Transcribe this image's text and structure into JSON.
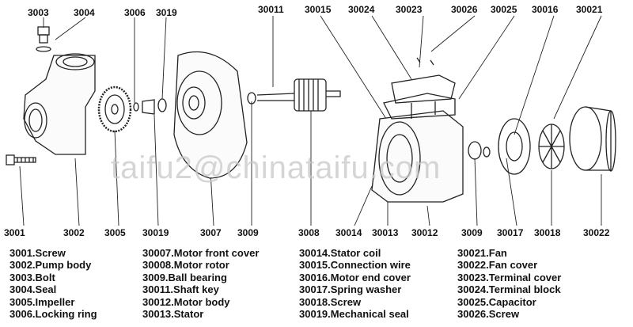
{
  "watermark": "taifu2@chinataifu.com",
  "top_labels": [
    "3003",
    "3004",
    "3006",
    "3019",
    "30011",
    "30015",
    "30024",
    "30023",
    "30026",
    "30025",
    "30016",
    "30021"
  ],
  "bottom_labels": [
    "3001",
    "3002",
    "3005",
    "30019",
    "3007",
    "3009",
    "3008",
    "30014",
    "30013",
    "30012",
    "3009",
    "30017",
    "30018",
    "30022"
  ],
  "legend": {
    "col1": [
      "3001.Screw",
      "3002.Pump body",
      "3003.Bolt",
      "3004.Seal",
      "3005.Impeller",
      "3006.Locking ring"
    ],
    "col2": [
      "30007.Motor front cover",
      "30008.Motor rotor",
      "3009.Ball bearing",
      "30011.Shaft key",
      "30012.Motor body",
      "30013.Stator"
    ],
    "col3": [
      "30014.Stator coil",
      "30015.Connection wire",
      "30016.Motor end cover",
      "30017.Spring washer",
      "30018.Screw",
      "30019.Mechanical seal"
    ],
    "col4": [
      "30021.Fan",
      "30022.Fan cover",
      "30023.Terminal cover",
      "30024.Terminal block",
      "30025.Capacitor",
      "30026.Screw"
    ]
  }
}
